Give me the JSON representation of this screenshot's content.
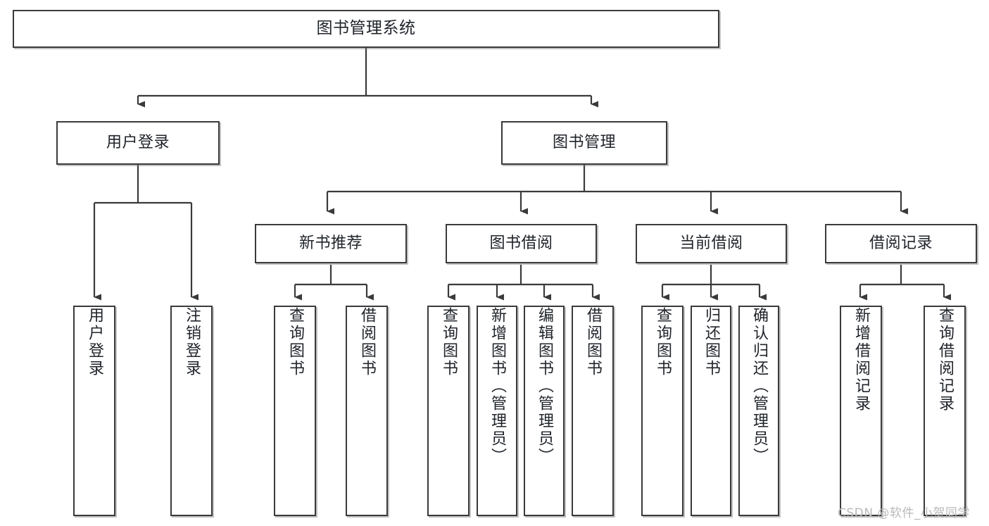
{
  "diagram": {
    "title": "图书管理系统",
    "type": "tree-hierarchy",
    "root": {
      "label": "图书管理系统"
    },
    "level2": [
      {
        "label": "用户登录"
      },
      {
        "label": "图书管理"
      }
    ],
    "level3": [
      {
        "label": "新书推荐"
      },
      {
        "label": "图书借阅"
      },
      {
        "label": "当前借阅"
      },
      {
        "label": "借阅记录"
      }
    ],
    "leaves": {
      "user_login": [
        {
          "label": "用户登录"
        },
        {
          "label": "注销登录"
        }
      ],
      "new_book_recommend": [
        {
          "label": "查询图书"
        },
        {
          "label": "借阅图书"
        }
      ],
      "book_borrow": [
        {
          "label": "查询图书"
        },
        {
          "label": "新增图书（管理员）"
        },
        {
          "label": "编辑图书（管理员）"
        },
        {
          "label": "借阅图书"
        }
      ],
      "current_borrow": [
        {
          "label": "查询图书"
        },
        {
          "label": "归还图书"
        },
        {
          "label": "确认归还（管理员）"
        }
      ],
      "borrow_record": [
        {
          "label": "新增借阅记录"
        },
        {
          "label": "查询借阅记录"
        }
      ]
    }
  },
  "watermark": {
    "text": "CSDN @软件_小贺同学"
  },
  "colors": {
    "stroke": "#3a3a3a",
    "background": "#ffffff",
    "text": "#20242a",
    "watermark": "#b9b9b9"
  }
}
